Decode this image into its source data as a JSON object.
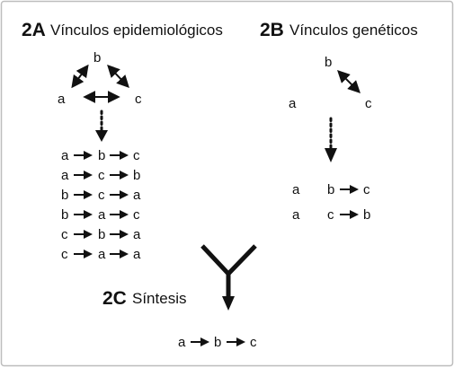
{
  "panel_a": {
    "code": "2A",
    "title": "Vínculos epidemiológicos",
    "nodes": {
      "top": "b",
      "left": "a",
      "right": "c"
    },
    "sequences": [
      [
        "a",
        "b",
        "c"
      ],
      [
        "a",
        "c",
        "b"
      ],
      [
        "b",
        "c",
        "a"
      ],
      [
        "b",
        "a",
        "c"
      ],
      [
        "c",
        "b",
        "a"
      ],
      [
        "c",
        "a",
        "a"
      ]
    ]
  },
  "panel_b": {
    "code": "2B",
    "title": "Vínculos genéticos",
    "nodes": {
      "top": "b",
      "left": "a",
      "right": "c"
    },
    "results": [
      {
        "single": "a",
        "pair": [
          "b",
          "c"
        ]
      },
      {
        "single": "a",
        "pair": [
          "c",
          "b"
        ]
      }
    ]
  },
  "panel_c": {
    "code": "2C",
    "title": "Síntesis",
    "sequence": [
      "a",
      "b",
      "c"
    ]
  },
  "colors": {
    "border": "#bdbdbd",
    "ink": "#111111"
  }
}
